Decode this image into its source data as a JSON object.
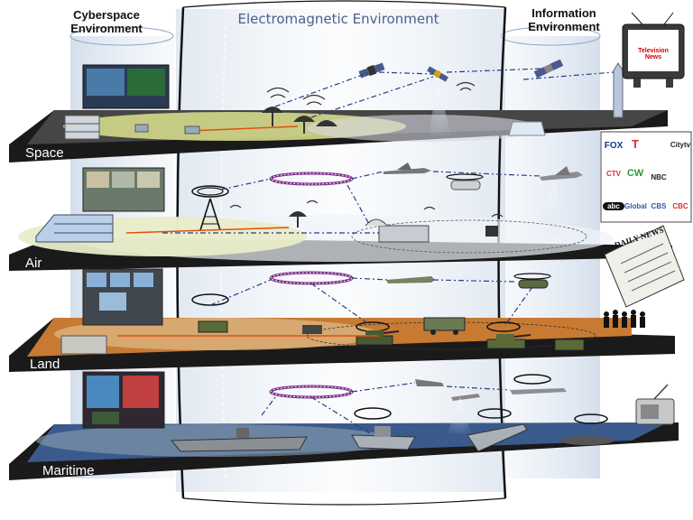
{
  "headers": {
    "cyber_line1": "Cyberspace",
    "cyber_line2": "Environment",
    "info_line1": "Information",
    "info_line2": "Environment",
    "em_title": "Electromagnetic Environment"
  },
  "layers": [
    {
      "id": "space",
      "label": "Space"
    },
    {
      "id": "air",
      "label": "Air"
    },
    {
      "id": "land",
      "label": "Land"
    },
    {
      "id": "maritime",
      "label": "Maritime"
    }
  ],
  "media": {
    "tv_text": "Television News",
    "newspaper_text": "DAILY NEWS",
    "logos": [
      "FOX",
      "T",
      "",
      "Citytv",
      "CTV",
      "CW",
      "NBC",
      "CBS",
      "abc",
      "",
      "Global",
      "CBC"
    ]
  },
  "colors": {
    "platform_dark": "#1a1a1a",
    "space_floor": "#d4d98a",
    "air_floor": "#e8ecc8",
    "land_floor": "#c87a32",
    "sea_floor": "#3b5a8c",
    "em_title": "#4b5f8c"
  }
}
